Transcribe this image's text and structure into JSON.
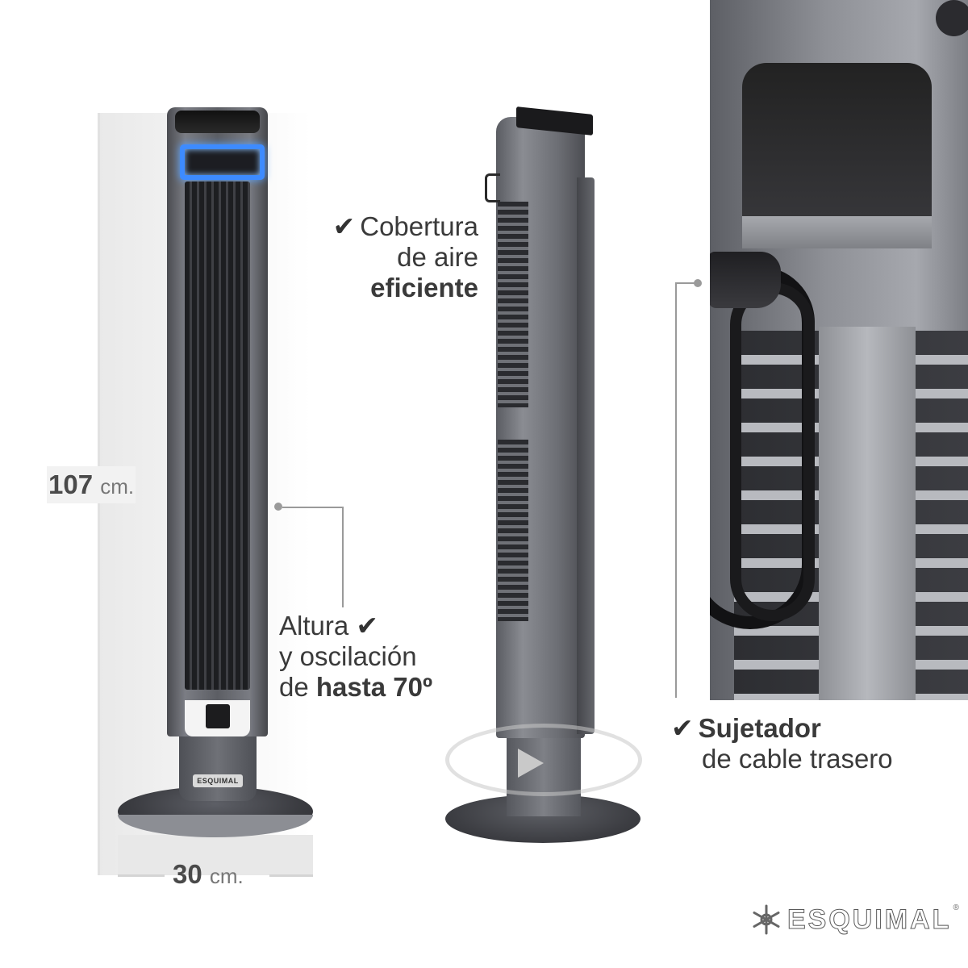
{
  "measure": {
    "height_value": "107",
    "height_unit": "cm.",
    "width_value": "30",
    "width_unit": "cm."
  },
  "callouts": {
    "cobertura": {
      "check": "✔",
      "line1": "Cobertura",
      "line2": "de aire",
      "line3": "eficiente"
    },
    "altura": {
      "check": "✔",
      "line1": "Altura",
      "line2": "y oscilación",
      "line3_pre": "de ",
      "line3_bold": "hasta 70º"
    },
    "sujetador": {
      "check": "✔",
      "line1": "Sujetador",
      "line2": "de cable trasero"
    }
  },
  "product": {
    "badge_text": "ESQUIMAL"
  },
  "brand": {
    "name": "ESQUIMAL",
    "reg": "®",
    "accent_led": "#3d8bff"
  }
}
